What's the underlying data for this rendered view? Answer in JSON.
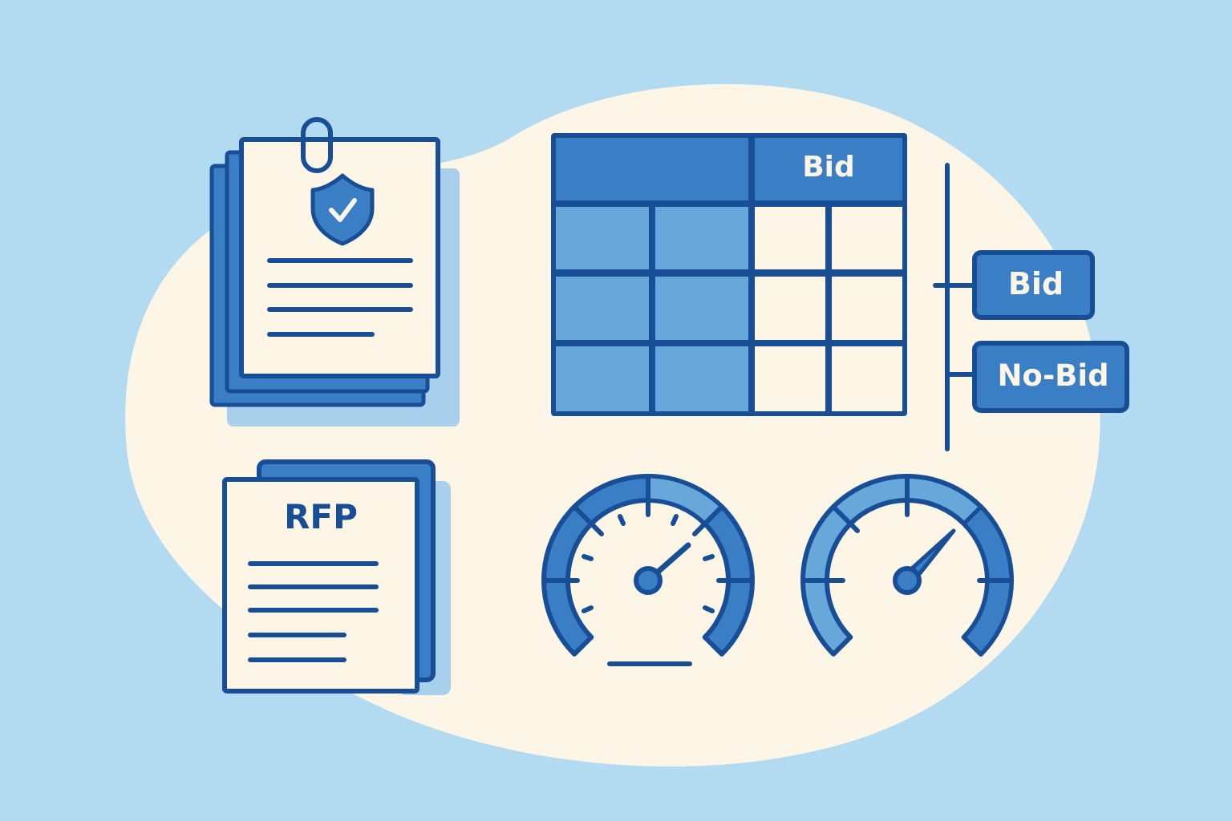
{
  "illustration": {
    "theme": "RFP bid / no-bid decision",
    "colors": {
      "background": "#b2daf0",
      "blob": "#fdf6e6",
      "outline": "#184e96",
      "primary_blue": "#3a7ec6",
      "light_blue": "#67a7da",
      "shadow": "#a8d0ec",
      "paper": "#fdf6e6"
    }
  },
  "documents": {
    "compliance_stack": {
      "icon": "shield-check-icon",
      "clip_icon": "paperclip-icon",
      "text_lines": 4
    },
    "rfp_document": {
      "title": "RFP",
      "text_lines": 5
    }
  },
  "matrix": {
    "header_left": "",
    "header_right": "Bid",
    "rows": 3,
    "columns": 4
  },
  "decision_tree": {
    "options": [
      {
        "label": "Bid"
      },
      {
        "label": "No-Bid"
      }
    ]
  },
  "gauges": [
    {
      "name": "gauge-left",
      "needle_angle_deg": 45,
      "ticks": 13
    },
    {
      "name": "gauge-right",
      "needle_angle_deg": 40,
      "ticks": 5
    }
  ]
}
